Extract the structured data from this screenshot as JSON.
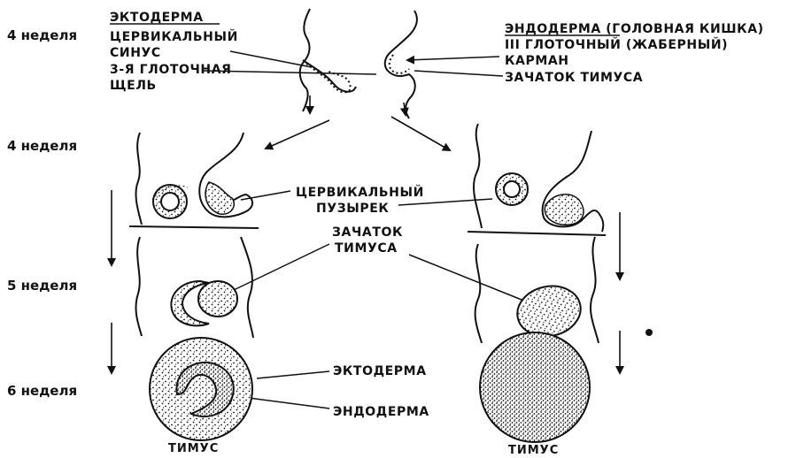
{
  "weeks": {
    "w1": "4 неделя",
    "w2": "4 неделя",
    "w3": "5 неделя",
    "w4": "6 неделя"
  },
  "left_top_labels": {
    "ectoderm": "ЭКТОДЕРМА",
    "cervical_sinus_1": "ЦЕРВИКАЛЬНЫЙ",
    "cervical_sinus_2": "СИНУС",
    "cleft_1": "3-Я ГЛОТОЧНАЯ",
    "cleft_2": "ЩЕЛЬ"
  },
  "right_top_labels": {
    "endoderm": "ЭНДОДЕРМА",
    "endoderm_note": " (ГОЛОВНАЯ КИШКА)",
    "pouch_1": "III ГЛОТОЧНЫЙ (ЖАБЕРНЫЙ)",
    "pouch_2": "КАРМАН",
    "thymus_primordium": "ЗАЧАТОК ТИМУСА"
  },
  "middle_labels": {
    "vesicle_1": "ЦЕРВИКАЛЬНЫЙ",
    "vesicle_2": "ПУЗЫРЕК",
    "primordium_1": "ЗАЧАТОК",
    "primordium_2": "ТИМУСА",
    "ectoderm": "ЭКТОДЕРМА",
    "endoderm": "ЭНДОДЕРМА"
  },
  "captions": {
    "left": "ТИМУС",
    "right": "ТИМУС"
  },
  "colors": {
    "ink": "#111111",
    "paper": "#ffffff"
  }
}
